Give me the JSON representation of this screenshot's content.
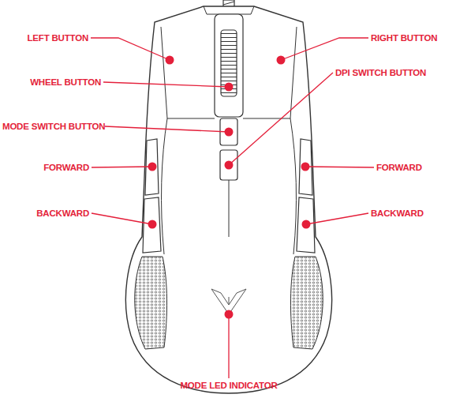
{
  "diagram": {
    "labels": [
      "LEFT BUTTON",
      "RIGHT BUTTON",
      "WHEEL BUTTON",
      "DPI SWITCH BUTTON",
      "MODE SWITCH BUTTON",
      "FORWARD",
      "FORWARD",
      "BACKWARD",
      "BACKWARD",
      "MODE LED INDICATOR"
    ]
  }
}
